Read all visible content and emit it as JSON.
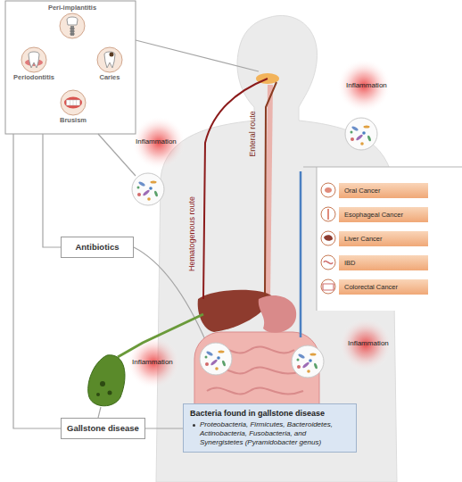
{
  "diagram": {
    "nodes": [
      {
        "text": [
          "Peri-implantitis"
        ]
      },
      {
        "text": [
          "Periodontitis"
        ]
      },
      {
        "text": [
          "Caries"
        ]
      },
      {
        "text": [
          "Brusism"
        ]
      },
      {
        "text": [
          "Antibiotics"
        ]
      },
      {
        "text": [
          "Gallstone disease"
        ]
      },
      {
        "text": [
          "Bacteria found in gallstone disease",
          "Proteobacteria, Firmicutes, Bacteroidetes, Actinobacteria, Fusobacteria, and Synergistetes (Pyramidobacter genus)"
        ]
      },
      {
        "text": [
          "Oral Cancer"
        ]
      },
      {
        "text": [
          "Esophageal Cancer"
        ]
      },
      {
        "text": [
          "Liver Cancer"
        ]
      },
      {
        "text": [
          "IBD"
        ]
      },
      {
        "text": [
          "Colorectal Cancer"
        ]
      }
    ],
    "edges": [
      {
        "from": 5,
        "to": 6,
        "arrow": "none"
      }
    ],
    "labels": [
      "Inflammation",
      "Inflammation",
      "Hematogenous route",
      "Enteral route",
      "Inflammation",
      "Inflammation"
    ]
  }
}
